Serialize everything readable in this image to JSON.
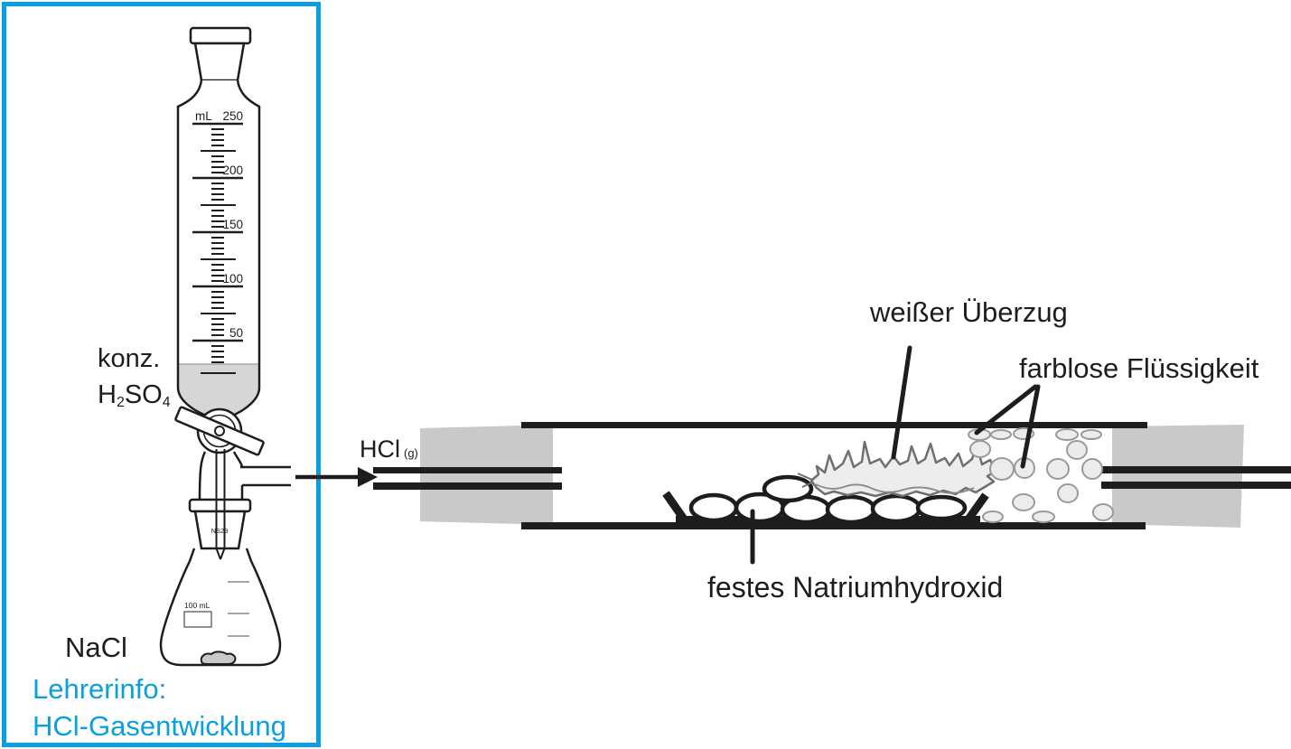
{
  "teacher_box": {
    "line1": "Lehrerinfo:",
    "line2": "HCl-Gasentwicklung"
  },
  "labels": {
    "konz_line1": "konz.",
    "acid_h": "H",
    "acid_sub2": "2",
    "acid_so": "SO",
    "acid_sub4": "4",
    "nacl": "NaCl",
    "hcl_main": "HCl",
    "hcl_sub": "(g)",
    "weisser_ueberzug": "weißer Überzug",
    "farblose_fluessigkeit": "farblose Flüssigkeit",
    "festes_natriumhydroxid": "festes Natriumhydroxid"
  },
  "funnel_scale": {
    "unit": "mL",
    "major_ticks": [
      "250",
      "200",
      "150",
      "100",
      "50"
    ]
  },
  "flask": {
    "joint_label": "NS29",
    "capacity_label": "100 mL"
  },
  "colors": {
    "accent_blue": "#0a9fde",
    "ink": "#1d1d1b",
    "stopper_gray": "#c9c9c9",
    "liquid_gray": "#d6d6d6",
    "coating_fill": "#ededed",
    "coating_edge": "#6f6f6f",
    "droplet_fill": "#ececec",
    "droplet_edge": "#9a9a9a"
  }
}
